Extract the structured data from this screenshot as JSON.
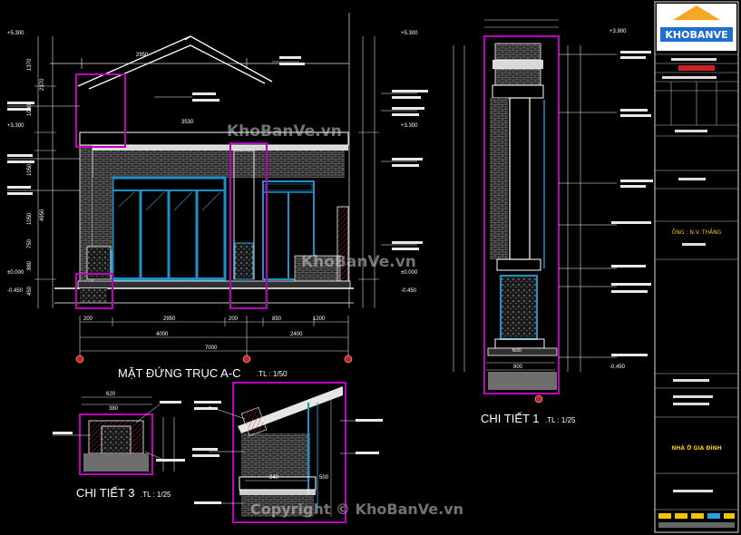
{
  "views": {
    "elevation_title": "MẶT ĐỨNG TRỤC A-C",
    "elevation_scale": ".TL : 1/50",
    "detail1_title": "CHI TIẾT 1",
    "detail1_scale": ".TL : 1/25",
    "detail3_title": "CHI TIẾT 3",
    "detail3_scale": ".TL : 1/25"
  },
  "levels": {
    "top": "+5.300",
    "mid": "+3.900",
    "mid2": "+3.300",
    "ground": "±0.000",
    "base": "-0.450"
  },
  "dimensions": {
    "total_width": "7000",
    "span_left": "4000",
    "span_right": "2400",
    "segments": [
      "200",
      "2950",
      "200",
      "850",
      "1200"
    ],
    "roof_left": "2950",
    "roof_right": "3530",
    "heights": [
      "2370",
      "1370",
      "1000",
      "1050",
      "4950",
      "1050",
      "750",
      "880",
      "450"
    ],
    "detail_widths": [
      "600",
      "800",
      "840",
      "500"
    ],
    "detail3_widths": [
      "620",
      "380"
    ]
  },
  "title_block": {
    "logo": "KHOBANVE",
    "project": "NHÀ Ở GIA ĐÌNH",
    "owner": "ÔNG : N.V. THẮNG"
  },
  "watermark": "KhoBanVe.vn",
  "copyright": "Copyright © KhoBanVe.vn",
  "palette": {
    "background": "#000000",
    "line": "#ffffff",
    "highlight": "#c000c0",
    "glass": "#1e90c8",
    "brick": "#9a9a9a",
    "red": "#ff2020"
  }
}
